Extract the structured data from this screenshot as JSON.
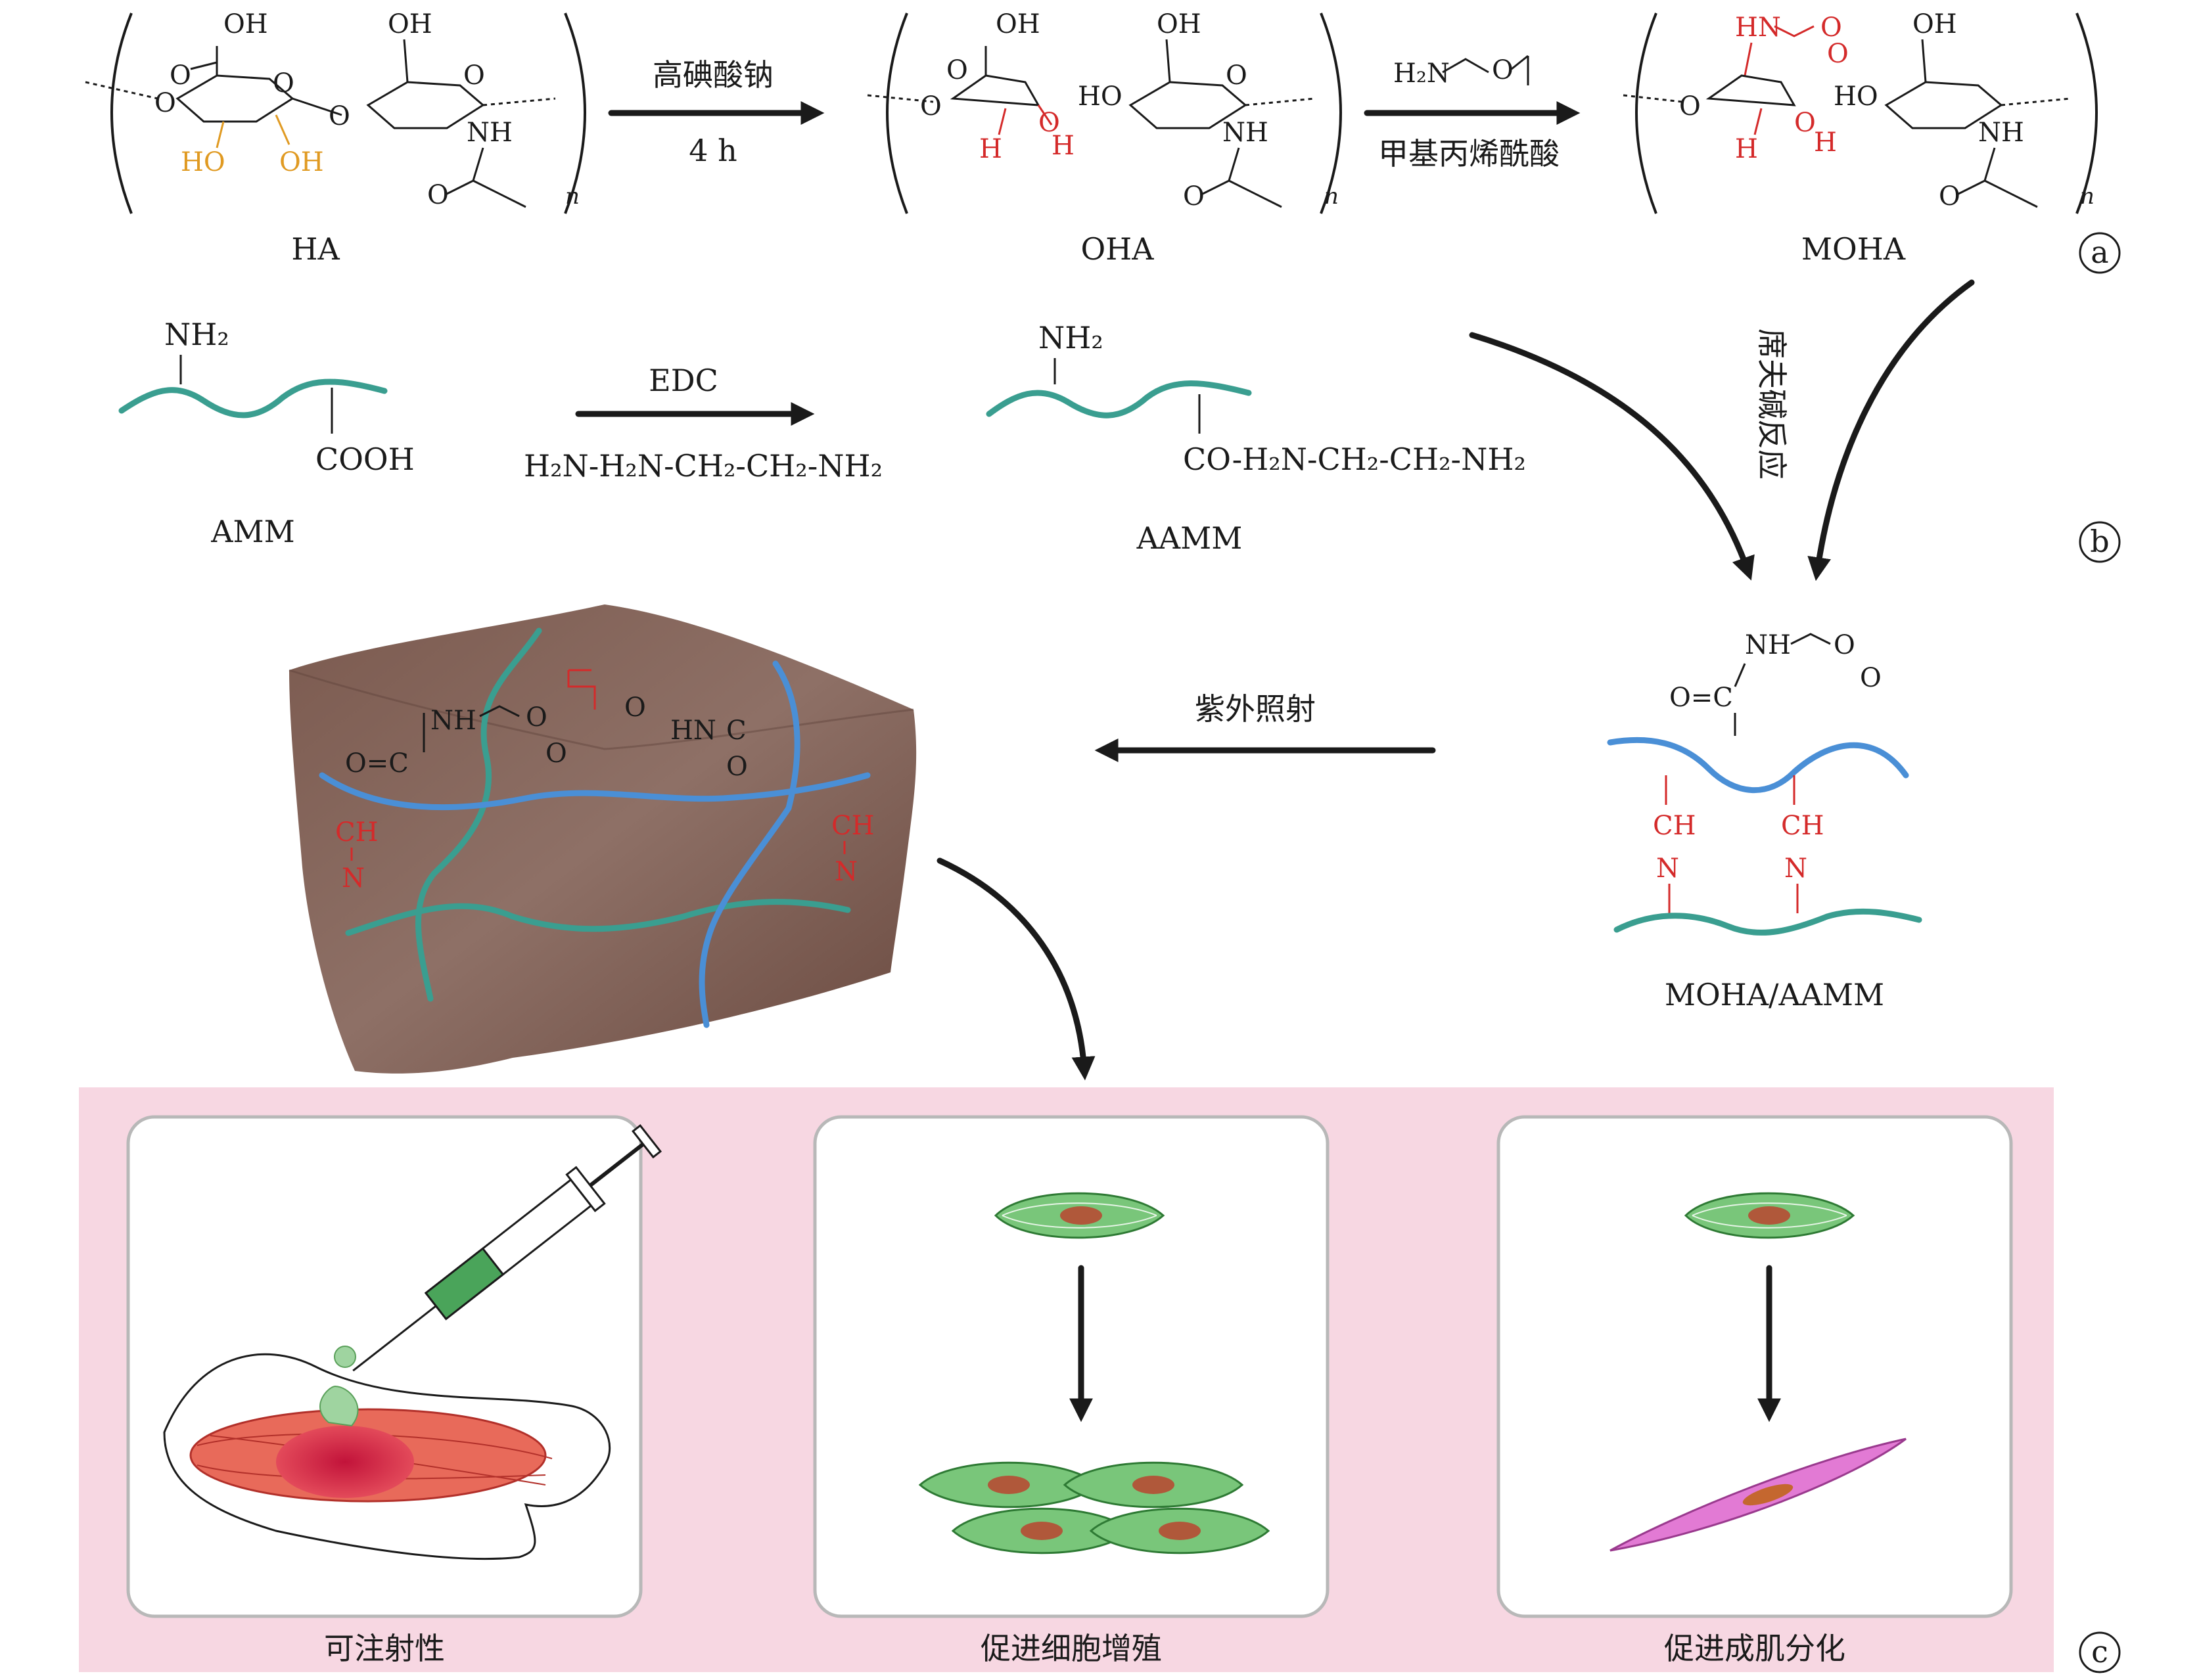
{
  "figure": {
    "panel_labels": {
      "a": "a",
      "b": "b",
      "c": "c"
    },
    "row_a": {
      "ha_label": "HA",
      "oha_label": "OHA",
      "moha_label": "MOHA",
      "n_subscript": "n",
      "step1_reagent": "高碘酸钠",
      "step1_time": "4 h",
      "step2_reagent_formula": "H₂N",
      "step2_reagent_name": "甲基丙烯酰酸",
      "atoms": {
        "oh": "OH",
        "o": "O",
        "nh": "NH",
        "h": "H",
        "hn": "HN",
        "ho": "HO"
      }
    },
    "row_b": {
      "amm_label": "AMM",
      "aamm_label": "AAMM",
      "nh2": "NH₂",
      "cooh": "COOH",
      "step_reagent": "EDC",
      "step_formula": "H₂N-H₂N-CH₂-CH₂-NH₂",
      "aamm_side_group": "CO-H₂N-CH₂-CH₂-NH₂",
      "schiff_label": "席夫碱反应"
    },
    "hydrogel": {
      "uv_label": "紫外照射",
      "composite_label": "MOHA/AAMM",
      "atoms": {
        "nh": "NH",
        "hn": "HN",
        "o": "O",
        "c": "C",
        "ch": "CH",
        "n": "N",
        "o_eq_c": "O=C"
      }
    },
    "row_c": {
      "panel1_caption": "可注射性",
      "panel2_caption": "促进细胞增殖",
      "panel3_caption": "促进成肌分化"
    },
    "colors": {
      "teal": "#3a9e90",
      "blue": "#4a8fd6",
      "red": "#d42a2a",
      "orange": "#e09a22",
      "pink_band": "#f7d7e2",
      "cell_green": "#79c67a",
      "cell_magenta": "#e27ad4"
    }
  }
}
